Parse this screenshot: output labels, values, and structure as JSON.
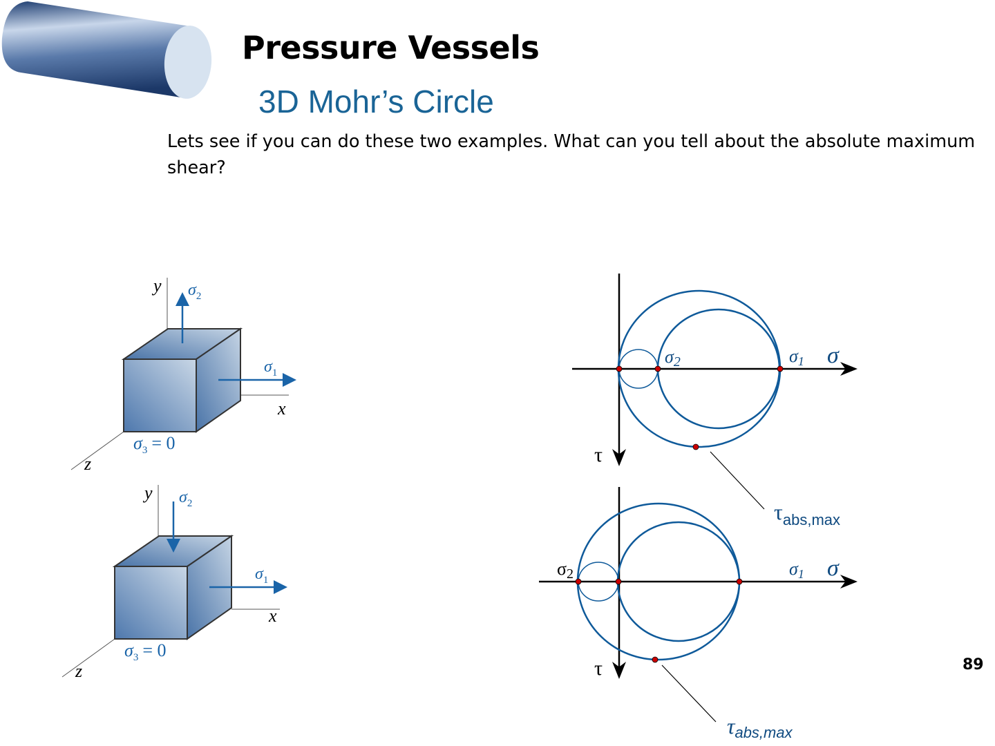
{
  "header": {
    "title": "Pressure Vessels",
    "subtitle": "3D Mohr’s Circle"
  },
  "body": {
    "text": "Lets see if you can do these two examples. What can you tell about the absolute maximum shear?"
  },
  "elements": [
    {
      "y": "y",
      "x": "x",
      "z": "z",
      "sigma1": "σ",
      "sigma1_sub": "1",
      "sigma2": "σ",
      "sigma2_sub": "2",
      "sigma3": "σ",
      "sigma3_sub": "3",
      "sigma3_eq": "= 0"
    },
    {
      "y": "y",
      "x": "x",
      "z": "z",
      "sigma1": "σ",
      "sigma1_sub": "1",
      "sigma2": "σ",
      "sigma2_sub": "2",
      "sigma3": "σ",
      "sigma3_sub": "3",
      "sigma3_eq": "= 0"
    }
  ],
  "mohr": [
    {
      "sigma2": "σ",
      "sigma2_sub": "2",
      "sigma1": "σ",
      "sigma1_sub": "1",
      "sigma_axis": "σ",
      "tau_axis": "τ",
      "tau_label": "τ",
      "tau_sub": "abs,max"
    },
    {
      "sigma2": "σ",
      "sigma2_sub": "2",
      "sigma1": "σ",
      "sigma1_sub": "1",
      "sigma_axis": "σ",
      "tau_axis": "τ",
      "tau_label": "τ",
      "tau_sub": "abs,max"
    }
  ],
  "footer": {
    "page_number": "89"
  },
  "colors": {
    "accent": "#1a6496",
    "circle": "#0f5a9a",
    "point": "#cc0000"
  }
}
